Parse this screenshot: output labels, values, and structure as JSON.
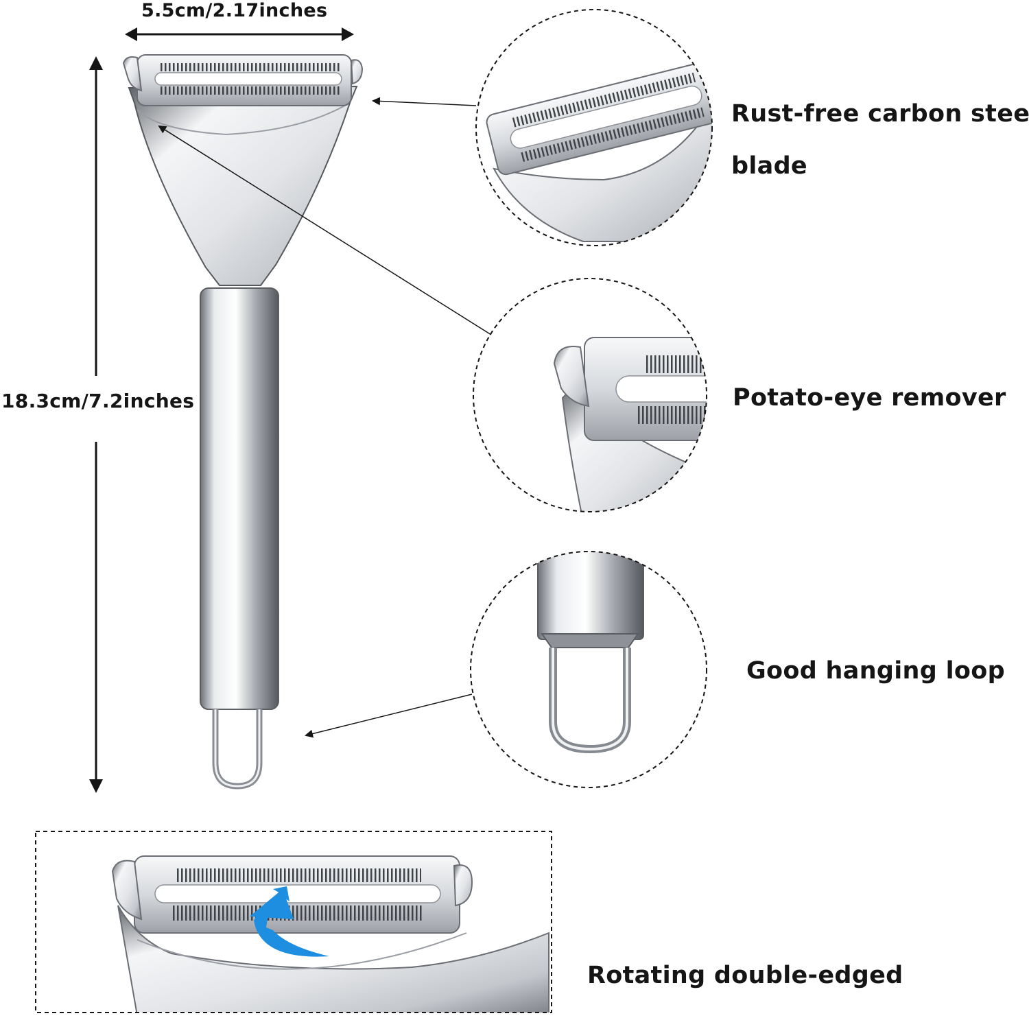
{
  "dimensions": {
    "width_label": "5.5cm/2.17inches",
    "height_label": "18.3cm/7.2inches"
  },
  "features": [
    {
      "line1": "Rust-free carbon steel",
      "line2": "blade"
    },
    {
      "line1": "Potato-eye remover"
    },
    {
      "line1": "Good hanging loop"
    },
    {
      "line1": "Rotating double-edged"
    }
  ],
  "colors": {
    "steel_light": "#f2f3f5",
    "steel_mid": "#b8bcc2",
    "steel_dark": "#4a4d52",
    "rotation_arrow": "#1e8fe0",
    "text": "#151515"
  },
  "icons": [
    "rotation-arrow-icon"
  ]
}
